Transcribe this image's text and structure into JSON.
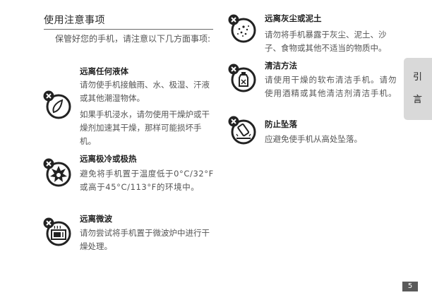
{
  "title": "使用注意事项",
  "intro": "保管好您的手机，请注意以下几方面事项:",
  "sections": [
    {
      "heading": "远离任何液体",
      "body1": "请勿使手机接触雨、水、极湿、汗液或其他潮湿物体。",
      "body2": "如果手机浸水，请勿使用干燥炉或干燥剂加速其干燥，那样可能损坏手机。",
      "icon": "liquid-icon"
    },
    {
      "heading": "远离极冷或极热",
      "body": "避免将手机置于温度低于0°C/32°F或高于45°C/113°F的环境中。",
      "icon": "temperature-icon"
    },
    {
      "heading": "远离微波",
      "body": "请勿尝试将手机置于微波炉中进行干燥处理。",
      "icon": "microwave-icon"
    },
    {
      "heading": "远离灰尘或泥土",
      "body": "请勿将手机暴露于灰尘、泥土、沙子、食物或其他不适当的物质中。",
      "icon": "dust-icon"
    },
    {
      "heading": "清洁方法",
      "body": "请使用干燥的软布清洁手机。请勿使用酒精或其他清洁剂清洁手机。",
      "icon": "cleaning-icon"
    },
    {
      "heading": "防止坠落",
      "body": "应避免使手机从高处坠落。",
      "icon": "drop-icon"
    }
  ],
  "tab": {
    "char1": "引",
    "char2": "言"
  },
  "page_number": "5"
}
